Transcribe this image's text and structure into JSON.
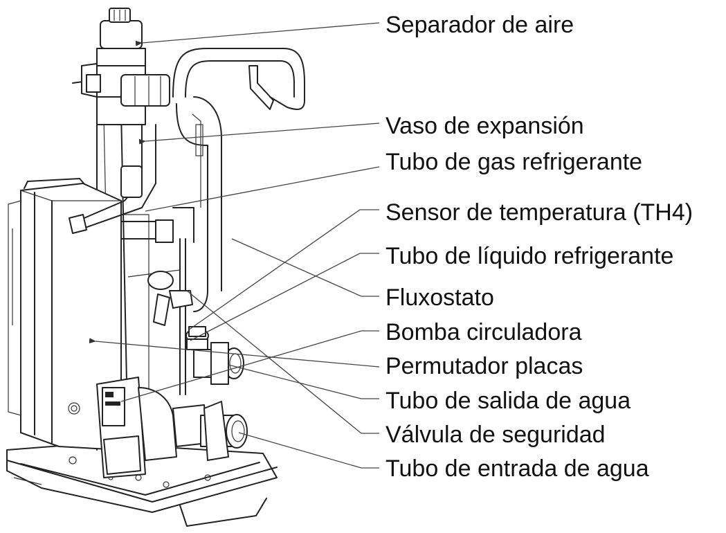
{
  "labels": [
    {
      "id": "air-separator",
      "text": "Separador de aire"
    },
    {
      "id": "expansion-vessel",
      "text": "Vaso de expansión"
    },
    {
      "id": "refrigerant-gas-pipe",
      "text": "Tubo de gas refrigerante"
    },
    {
      "id": "temperature-sensor",
      "text": "Sensor de temperatura (TH4)"
    },
    {
      "id": "refrigerant-liquid-pipe",
      "text": "Tubo de líquido refrigerante"
    },
    {
      "id": "flow-switch",
      "text": "Fluxostato"
    },
    {
      "id": "circulation-pump",
      "text": "Bomba circuladora"
    },
    {
      "id": "plate-heat-exchanger",
      "text": "Permutador placas"
    },
    {
      "id": "water-outlet-pipe",
      "text": "Tubo de salida de agua"
    },
    {
      "id": "safety-valve",
      "text": "Válvula de seguridad"
    },
    {
      "id": "water-inlet-pipe",
      "text": "Tubo de entrada de agua"
    }
  ]
}
